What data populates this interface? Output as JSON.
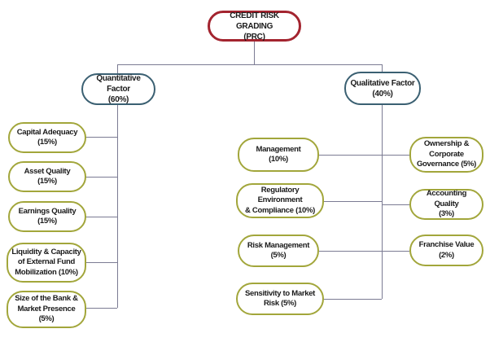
{
  "diagram": {
    "root": {
      "label": "CREDIT RISK GRADING\n(PRC)"
    },
    "quantitative": {
      "label": "Quantitative Factor\n(60%)",
      "items": [
        {
          "label": "Capital Adequacy\n(15%)"
        },
        {
          "label": "Asset Quality\n(15%)"
        },
        {
          "label": "Earnings Quality\n(15%)"
        },
        {
          "label": "Liquidity & Capacity\nof External Fund\nMobilization (10%)"
        },
        {
          "label": "Size of the Bank &\nMarket Presence\n(5%)"
        }
      ]
    },
    "qualitative": {
      "label": "Qualitative Factor\n(40%)",
      "items_left": [
        {
          "label": "Management\n(10%)"
        },
        {
          "label": "Regulatory Environment\n& Compliance (10%)"
        },
        {
          "label": "Risk Management\n(5%)"
        },
        {
          "label": "Sensitivity to Market\nRisk (5%)"
        }
      ],
      "items_right": [
        {
          "label": "Ownership &\nCorporate\nGovernance (5%)"
        },
        {
          "label": "Accounting Quality\n(3%)"
        },
        {
          "label": "Franchise Value\n(2%)"
        }
      ]
    }
  },
  "colors": {
    "root_border": "#A3242F",
    "factor_border": "#3B6072",
    "item_border": "#A2A63B",
    "connector": "#7B7B93",
    "text": "#1A1A1A",
    "background": "#FFFFFF"
  }
}
